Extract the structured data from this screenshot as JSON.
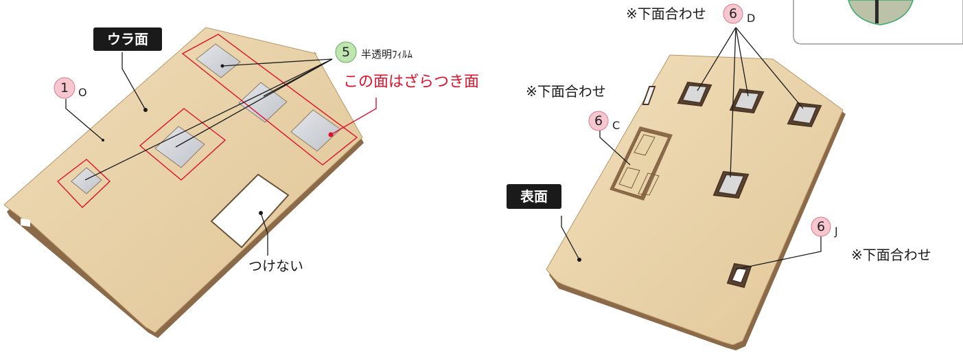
{
  "left_panel": {
    "side_label": "ウラ面",
    "part1": {
      "number": "1",
      "letter": "O"
    },
    "part5": {
      "number": "5",
      "name": "半透明ﾌｨﾙﾑ"
    },
    "rough_note": "この面はざらつき面",
    "dont_attach": "つけない"
  },
  "right_panel": {
    "side_label": "表面",
    "bottom_align_note": "※下面合わせ",
    "part6D": {
      "number": "6",
      "letter": "D"
    },
    "part6C": {
      "number": "6",
      "letter": "C"
    },
    "part6J": {
      "number": "6",
      "letter": "J"
    }
  },
  "colors": {
    "wood": "#e6cda3",
    "wood_edge": "#7a5a3a",
    "accent_red": "#e0102a",
    "badge_pink": "#f7c7d0",
    "badge_green": "#bfe6b0",
    "label_bg": "#1a1a1a"
  }
}
